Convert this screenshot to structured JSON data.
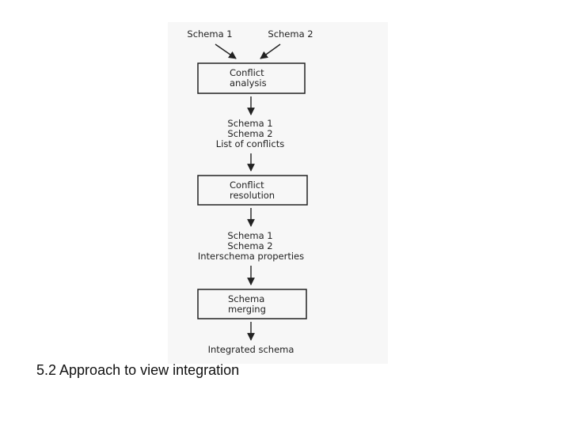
{
  "diagram": {
    "inputs": [
      "Schema 1",
      "Schema 2"
    ],
    "steps": [
      {
        "box": [
          "Conflict",
          "analysis"
        ],
        "outputs": [
          "Schema 1",
          "Schema 2",
          "List of conflicts"
        ]
      },
      {
        "box": [
          "Conflict",
          "resolution"
        ],
        "outputs": [
          "Schema 1",
          "Schema 2",
          "Interschema properties"
        ]
      },
      {
        "box": [
          "Schema",
          "merging"
        ],
        "outputs": [
          "Integrated schema"
        ]
      }
    ]
  },
  "caption": "5.2  Approach to view integration",
  "colors": {
    "ink": "#222222",
    "scan_background": "#f7f7f7",
    "caption": "#111111"
  }
}
